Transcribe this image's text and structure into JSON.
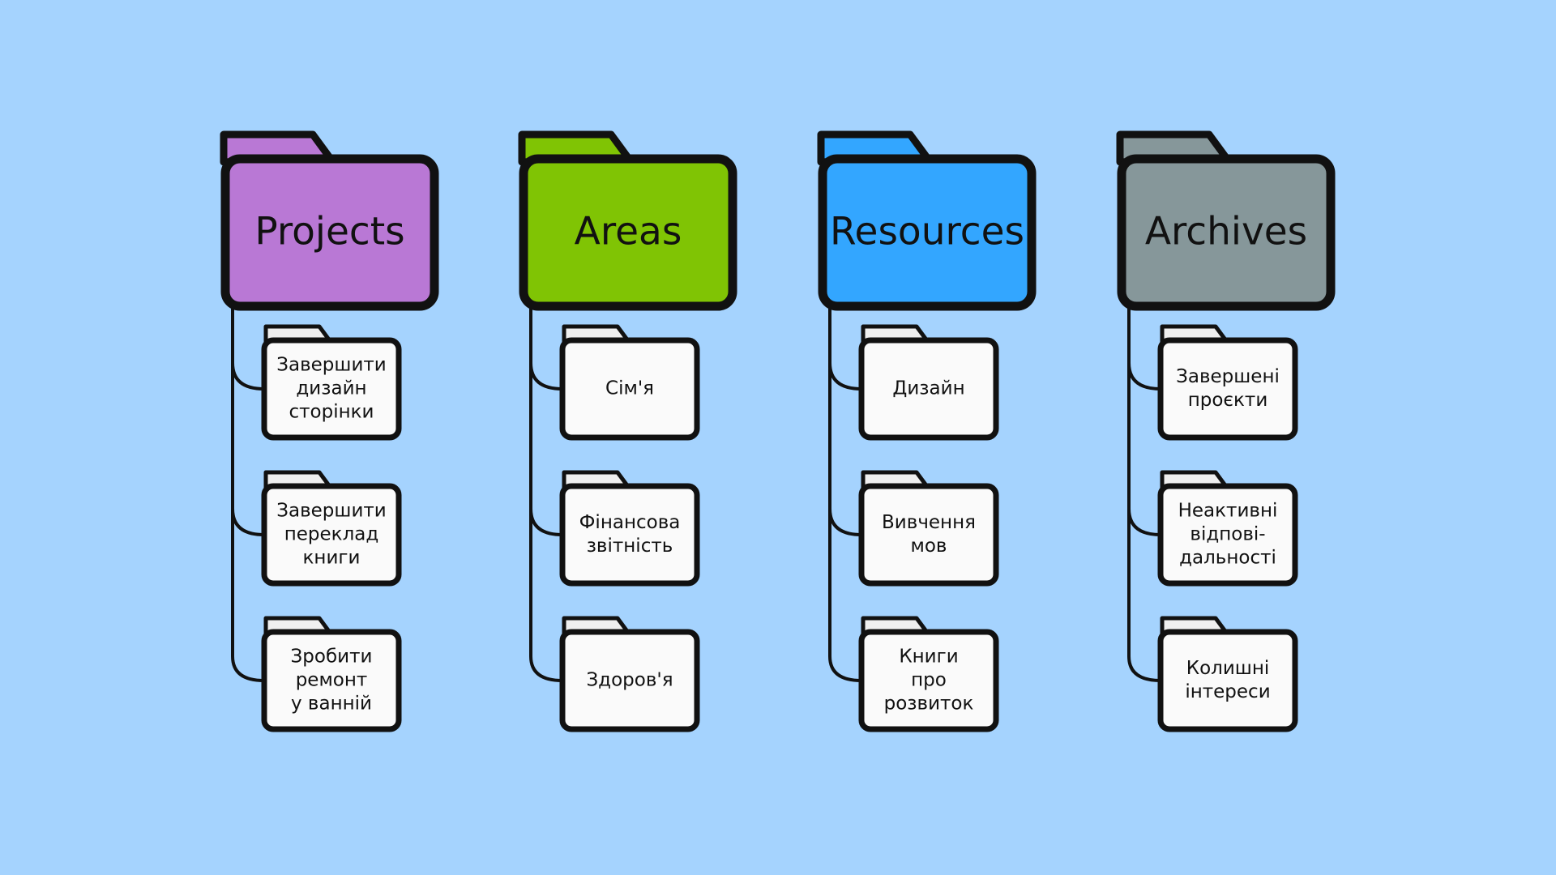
{
  "colors": {
    "background": "#a5d3fe",
    "outline": "#111111",
    "subfolder_fill": "#fafafa",
    "subfolder_tab": "#efefef"
  },
  "categories": [
    {
      "label": "Projects",
      "color": "#b978d5",
      "icon": "folder-icon",
      "items": [
        {
          "lines": [
            "Завершити",
            "дизайн",
            "сторінки"
          ]
        },
        {
          "lines": [
            "Завершити",
            "переклад",
            "книги"
          ]
        },
        {
          "lines": [
            "Зробити",
            "ремонт",
            "у ванній"
          ]
        }
      ]
    },
    {
      "label": "Areas",
      "color": "#80c404",
      "icon": "folder-icon",
      "items": [
        {
          "lines": [
            "Сім'я"
          ]
        },
        {
          "lines": [
            "Фінансова",
            "звітність"
          ]
        },
        {
          "lines": [
            "Здоров'я"
          ]
        }
      ]
    },
    {
      "label": "Resources",
      "color": "#33a6ff",
      "icon": "folder-icon",
      "items": [
        {
          "lines": [
            "Дизайн"
          ]
        },
        {
          "lines": [
            "Вивчення",
            "мов"
          ]
        },
        {
          "lines": [
            "Книги",
            "про",
            "розвиток"
          ]
        }
      ]
    },
    {
      "label": "Archives",
      "color": "#86979a",
      "icon": "folder-icon",
      "items": [
        {
          "lines": [
            "Завершені",
            "проєкти"
          ]
        },
        {
          "lines": [
            "Неактивні",
            "відпові-",
            "дальності"
          ]
        },
        {
          "lines": [
            "Колишні",
            "інтереси"
          ]
        }
      ]
    }
  ]
}
